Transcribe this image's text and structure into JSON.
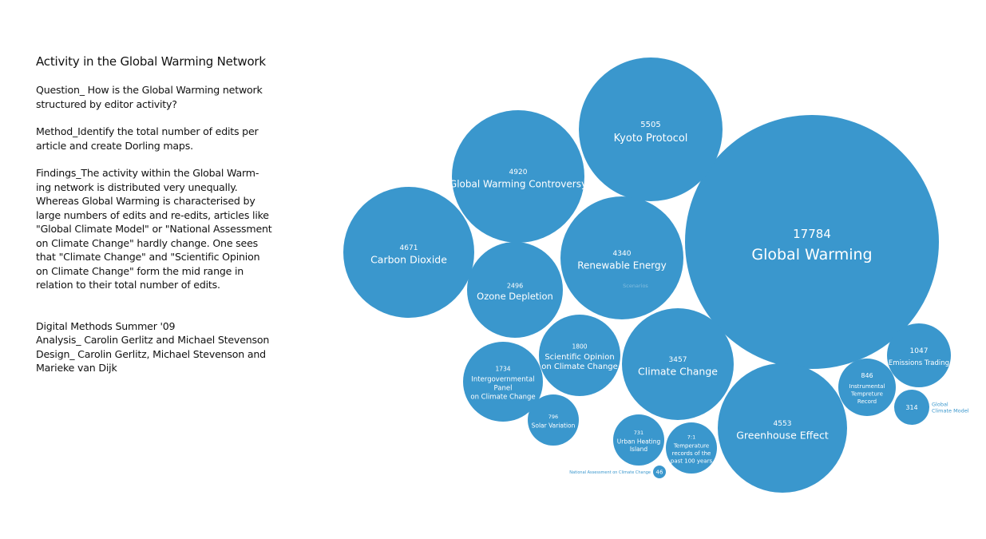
{
  "panel": {
    "title": "Activity in the Global Warming Network",
    "question": "Question_ How is the Global Warming network\nstructured by editor activity?",
    "method": "Method_Identify the total number of edits per\narticle and create Dorling maps.",
    "findings": "Findings_The activity within the Global Warm-\ning network is distributed very unequally.\nWhereas Global Warming is characterised by\nlarge numbers of edits and re-edits, articles like\n\"Global Climate Model\" or \"National Assessment\non Climate Change\" hardly change. One sees\nthat \"Climate Change\" and \"Scientific Opinion\non Climate Change\" form the mid range in\nrelation to their total number of edits.",
    "credits": "Digital Methods Summer '09\nAnalysis_ Carolin Gerlitz and Michael Stevenson\nDesign_ Carolin Gerlitz, Michael Stevenson and\nMarieke van Dijk"
  },
  "colors": {
    "bubble": "#3a97cd",
    "label": "#ffffff"
  },
  "chart_data": {
    "type": "bubble",
    "size_encoding": "total number of edits per article",
    "items": [
      {
        "value": "17784",
        "label": [
          "Global Warming"
        ]
      },
      {
        "value": "5505",
        "label": [
          "Kyoto Protocol"
        ]
      },
      {
        "value": "4920",
        "label": [
          "Global Warming Controversy"
        ]
      },
      {
        "value": "4671",
        "label": [
          "Carbon Dioxide"
        ]
      },
      {
        "value": "4340",
        "label": [
          "Renewable Energy"
        ]
      },
      {
        "value": "2496",
        "label": [
          "Ozone Depletion"
        ]
      },
      {
        "value": "1800",
        "label": [
          "Scientific Opinion",
          "on Climate Change"
        ]
      },
      {
        "value": "3457",
        "label": [
          "Climate Change"
        ]
      },
      {
        "value": "1734",
        "label": [
          "Intergovernmental",
          "Panel",
          "on Climate Change"
        ]
      },
      {
        "value": "796",
        "label": [
          "Solar Variation"
        ]
      },
      {
        "value": "731",
        "label": [
          "Urban Heating",
          "Island"
        ]
      },
      {
        "value": "7:1",
        "label": [
          "Temperature",
          "records of the",
          "past 100 years"
        ]
      },
      {
        "value": "4553",
        "label": [
          "Greenhouse Effect"
        ]
      },
      {
        "value": "1047",
        "label": [
          "Emissions Trading"
        ]
      },
      {
        "value": "846",
        "label": [
          "Instrumental",
          "Tempreture",
          "Record"
        ]
      },
      {
        "value": "314",
        "label": [
          "Global",
          "Climate Model"
        ]
      },
      {
        "value": "46",
        "label": [
          "National Assessment on Climate Change"
        ]
      },
      {
        "value": "",
        "label": [
          "Scenarios"
        ]
      }
    ]
  }
}
